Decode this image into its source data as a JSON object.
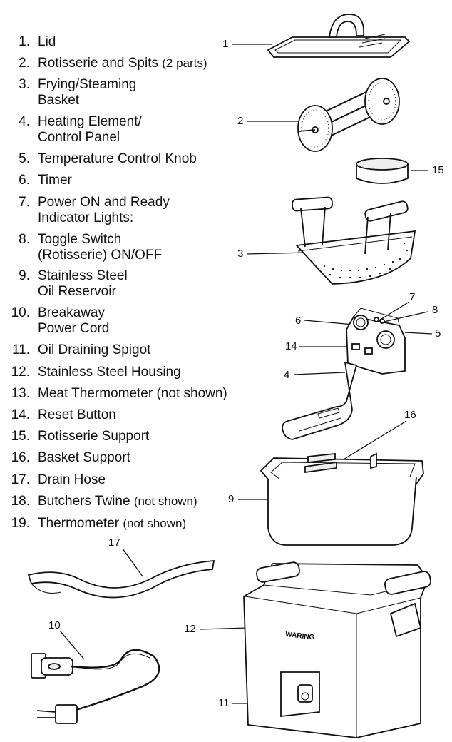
{
  "parts": [
    {
      "num": "1.",
      "lines": [
        "Lid"
      ],
      "note": ""
    },
    {
      "num": "2.",
      "lines": [
        "Rotisserie and Spits"
      ],
      "note": "(2 parts)"
    },
    {
      "num": "3.",
      "lines": [
        "Frying/Steaming",
        "Basket"
      ],
      "note": ""
    },
    {
      "num": "4.",
      "lines": [
        "Heating Element/",
        "Control Panel"
      ],
      "note": ""
    },
    {
      "num": "5.",
      "lines": [
        "Temperature Control Knob"
      ],
      "note": ""
    },
    {
      "num": "6.",
      "lines": [
        "Timer"
      ],
      "note": ""
    },
    {
      "num": "7.",
      "lines": [
        "Power ON and Ready",
        "Indicator Lights:"
      ],
      "note": ""
    },
    {
      "num": "8.",
      "lines": [
        "Toggle Switch",
        "(Rotisserie) ON/OFF"
      ],
      "note": ""
    },
    {
      "num": "9.",
      "lines": [
        "Stainless Steel",
        "Oil Reservoir"
      ],
      "note": ""
    },
    {
      "num": "10.",
      "lines": [
        "Breakaway",
        "Power Cord"
      ],
      "note": ""
    },
    {
      "num": "11.",
      "lines": [
        "Oil Draining Spigot"
      ],
      "note": ""
    },
    {
      "num": "12.",
      "lines": [
        "Stainless Steel Housing"
      ],
      "note": ""
    },
    {
      "num": "13.",
      "lines": [
        "Meat Thermometer (not shown)"
      ],
      "note": ""
    },
    {
      "num": "14.",
      "lines": [
        "Reset Button"
      ],
      "note": ""
    },
    {
      "num": "15.",
      "lines": [
        "Rotisserie Support"
      ],
      "note": ""
    },
    {
      "num": "16.",
      "lines": [
        "Basket Support"
      ],
      "note": ""
    },
    {
      "num": "17.",
      "lines": [
        "Drain Hose"
      ],
      "note": ""
    },
    {
      "num": "18.",
      "lines": [
        "Butchers Twine"
      ],
      "note": "(not shown)"
    },
    {
      "num": "19.",
      "lines": [
        "Thermometer"
      ],
      "note": "(not shown)"
    }
  ],
  "callouts": {
    "c1": "1",
    "c2": "2",
    "c3": "3",
    "c4": "4",
    "c5": "5",
    "c6": "6",
    "c7": "7",
    "c8": "8",
    "c9": "9",
    "c10": "10",
    "c11": "11",
    "c12": "12",
    "c14": "14",
    "c15": "15",
    "c16": "16",
    "c17": "17"
  },
  "brand_logo": "WARING"
}
